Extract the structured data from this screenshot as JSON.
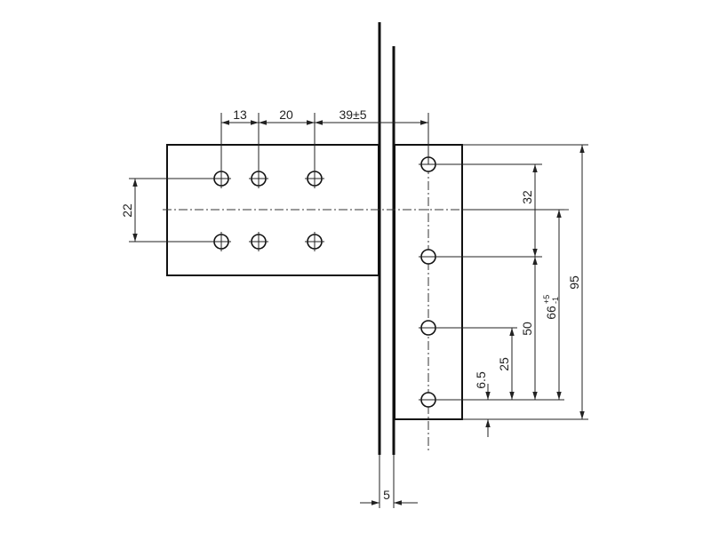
{
  "drawing": {
    "dimensions": {
      "d13": "13",
      "d20": "20",
      "d39": "39±5",
      "d22": "22",
      "d32": "32",
      "d95": "95",
      "d66": "66",
      "d66_upper": "+5",
      "d66_lower": "-1",
      "d50": "50",
      "d25": "25",
      "d6_5": "6.5",
      "d5": "5"
    }
  }
}
